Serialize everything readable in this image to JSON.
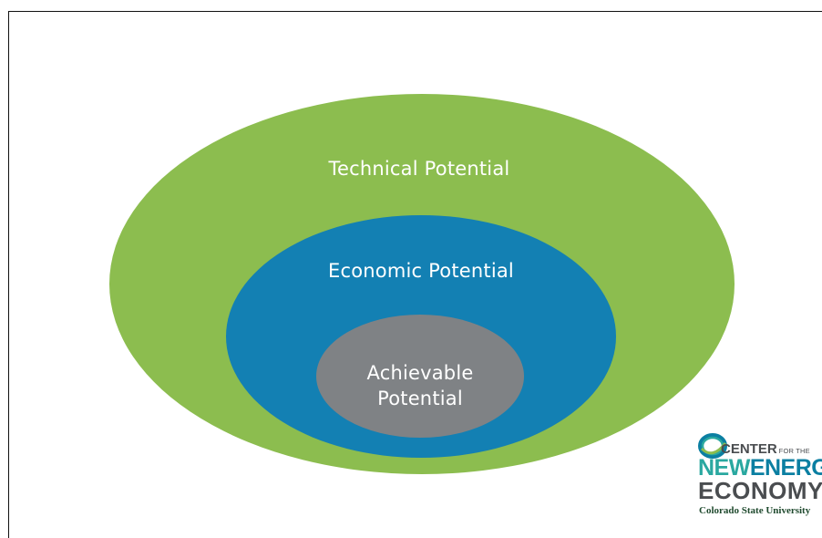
{
  "diagram": {
    "outer": {
      "label": "Technical Potential",
      "color": "#8cbd4f"
    },
    "middle": {
      "label": "Economic Potential",
      "color": "#1380b3"
    },
    "inner": {
      "label_lines": [
        "Achievable",
        "Potential"
      ],
      "color": "#7f8285"
    }
  },
  "logo": {
    "line1": "CENTER",
    "line1_small": "FOR THE",
    "line2_a": "NEW",
    "line2_b": "ENERGY",
    "line3": "ECONOMY",
    "line4": "Colorado State University",
    "colors": {
      "teal": "#2aa8a0",
      "blue": "#0b7fa2",
      "green": "#8cbd4f",
      "gray": "#4a4d50",
      "csu_green": "#1f4a2e"
    }
  }
}
